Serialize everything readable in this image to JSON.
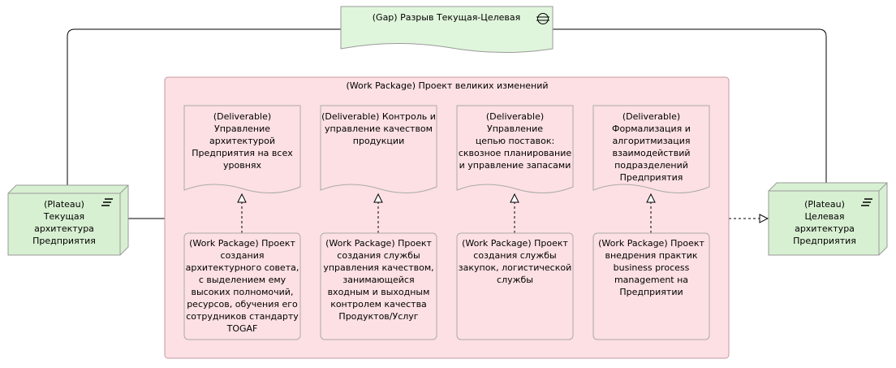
{
  "gap": {
    "label": "(Gap) Разрыв Текущая-Целевая",
    "icon": "gap-icon",
    "fill": "#e0f6dc"
  },
  "work_package_main": {
    "label": "(Work Package) Проект великих изменений",
    "fill": "#fde0e3"
  },
  "plateau_current": {
    "label": "(Plateau)\nТекущая\nархитектура\nПредприятия",
    "icon": "plateau-icon",
    "fill": "#d8f0d2"
  },
  "plateau_target": {
    "label": "(Plateau)\nЦелевая\nархитектура\nПредприятия",
    "icon": "plateau-icon",
    "fill": "#d8f0d2"
  },
  "deliverables": [
    {
      "label": "(Deliverable) Управление\nархитектурой\nПредприятия на всех\nуровнях"
    },
    {
      "label": "(Deliverable) Контроль и\nуправление качеством\nпродукции"
    },
    {
      "label": "(Deliverable) Управление\nцепью поставок:\nсквозное планирование\nи управление запасами"
    },
    {
      "label": "(Deliverable)\nФормализация и\nалгоритмизация\nвзаимодействий\nподразделений\nПредприятия"
    }
  ],
  "sub_work_packages": [
    {
      "label": "(Work Package) Проект\nсоздания\nархитектурного совета,\nс выделением ему\nвысоких полномочий,\nресурсов, обучения его\nсотрудников стандарту\nTOGAF"
    },
    {
      "label": "(Work Package) Проект\nсоздания службы\nуправления качеством,\nзанимающейся\nвходным и выходным\nконтролем качества\nПродуктов/Услуг"
    },
    {
      "label": "(Work Package) Проект\nсоздания службы\nзакупок, логистической\nслужбы"
    },
    {
      "label": "(Work Package) Проект\nвнедрения практик\nbusiness process\nmanagement на\nПредприятии"
    }
  ],
  "colors": {
    "stroke": "#9a9a9a",
    "line": "#000000"
  }
}
